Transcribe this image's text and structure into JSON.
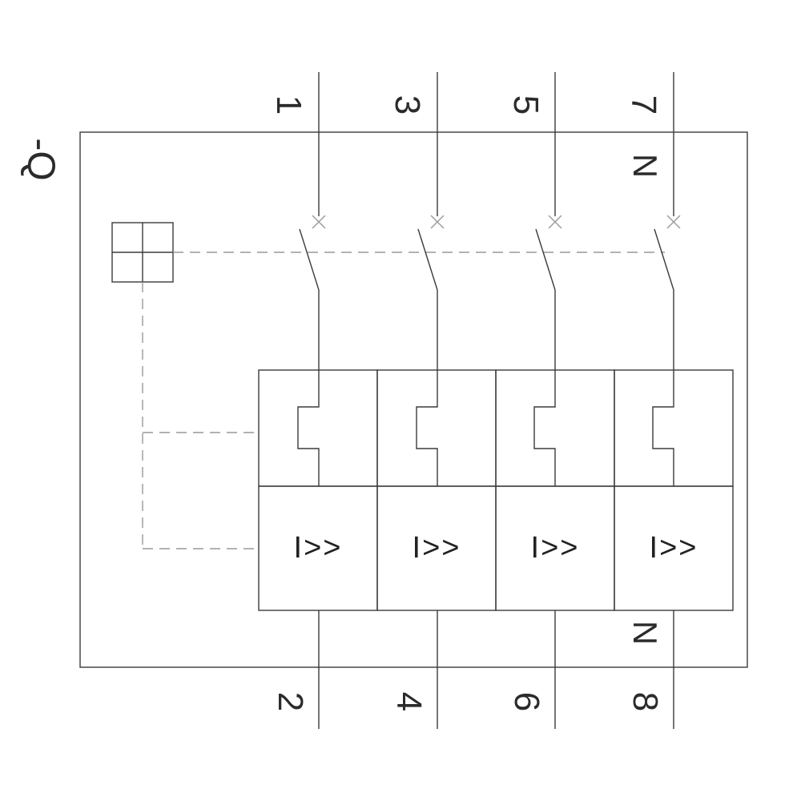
{
  "diagram": {
    "device_tag": "-Q",
    "trip_symbol": "I>>",
    "poles": [
      {
        "id": 1,
        "top_terminal": "1",
        "bottom_terminal": "2"
      },
      {
        "id": 2,
        "top_terminal": "3",
        "bottom_terminal": "4"
      },
      {
        "id": 3,
        "top_terminal": "5",
        "bottom_terminal": "6"
      },
      {
        "id": 4,
        "top_terminal": "7",
        "bottom_terminal": "8",
        "neutral_top": "N",
        "neutral_bottom": "N"
      }
    ],
    "colors": {
      "background": "#ffffff",
      "line": "#3b3b3b",
      "coupling_dashed": "#999999",
      "contact_cross": "#9a9a9a"
    }
  }
}
